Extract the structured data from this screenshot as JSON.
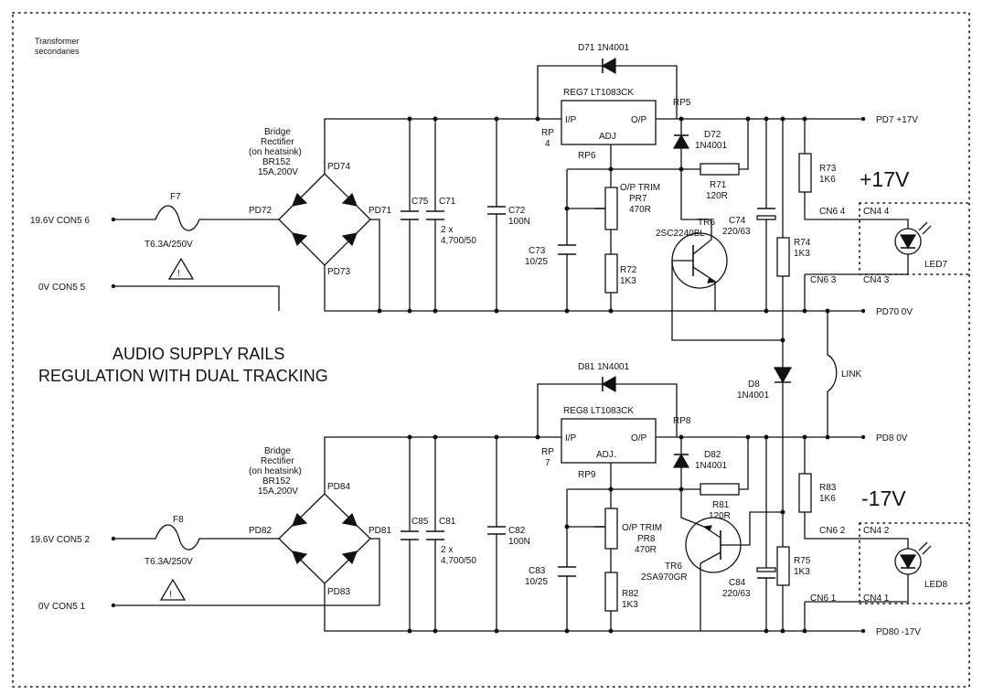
{
  "notes": {
    "transformer_line1": "Transformer",
    "transformer_line2": "secondaries",
    "title_line1": "AUDIO SUPPLY RAILS",
    "title_line2": "REGULATION WITH DUAL TRACKING",
    "link": "LINK"
  },
  "upper": {
    "bridge_line1": "Bridge",
    "bridge_line2": "Rectifier",
    "bridge_line3": "(on heatsink)",
    "bridge_part": "BR152",
    "bridge_rating": "15A,200V",
    "pd_top": "PD74",
    "pd_left": "PD72",
    "pd_right": "PD71",
    "pd_bottom": "PD73",
    "fuse": "F7",
    "fuse_rating": "T6.3A/250V",
    "con_in": "19.6V CON5 6",
    "con_0v": "0V CON5 5",
    "c75": "C75",
    "c71": "C71",
    "c71_val1": "2  x",
    "c71_val2": "4,700/50",
    "c72": "C72",
    "c72_val": "100N",
    "diode_top": "D71  1N4001",
    "reg": "REG7  LT1083CK",
    "rp_out": "RP5",
    "rp_in1": "RP",
    "rp_in2": "4",
    "rp_adj": "RP6",
    "reg_ip": "I/P",
    "reg_op": "O/P",
    "reg_adj": "ADJ",
    "d72": "D72",
    "d72_val": "1N4001",
    "r71": "R71",
    "r71_val": "120R",
    "trim": "O/P  TRIM",
    "pr": "PR7",
    "pr_val": "470R",
    "c73": "C73",
    "c73_val": "10/25",
    "r72": "R72",
    "r72_val": "1K3",
    "tr": "TR6",
    "tr_part": "2SC2240BL",
    "c74": "C74",
    "c74_val": "220/63",
    "r74": "R74",
    "r74_val": "1K3",
    "r73": "R73",
    "r73_val": "1K6",
    "pd_out": "PD7  +17V",
    "pd_0v": "PD70  0V",
    "cn6": "CN6  4",
    "cn4": "CN4  4",
    "cn6b": "CN6  3",
    "cn4b": "CN4  3",
    "led": "LED7",
    "rail": "+17V"
  },
  "lower": {
    "bridge_line1": "Bridge",
    "bridge_line2": "Rectifier",
    "bridge_line3": "(on heatsink)",
    "bridge_part": "BR152",
    "bridge_rating": "15A,200V",
    "pd_top": "PD84",
    "pd_left": "PD82",
    "pd_right": "PD81",
    "pd_bottom": "PD83",
    "fuse": "F8",
    "fuse_rating": "T6.3A/250V",
    "con_in": "19.6V CON5 2",
    "con_0v": "0V CON5 1",
    "c85": "C85",
    "c81": "C81",
    "c81_val1": "2  x",
    "c81_val2": "4,700/50",
    "c82": "C82",
    "c82_val": "100N",
    "diode_top": "D81  1N4001",
    "reg": "REG8  LT1083CK",
    "rp_out": "RP8",
    "rp_in1": "RP",
    "rp_in2": "7",
    "rp_adj": "RP9",
    "reg_ip": "I/P",
    "reg_op": "O/P",
    "reg_adj": "ADJ.",
    "d82": "D82",
    "d82_val": "1N4001",
    "r81": "R81",
    "r81_val": "120R",
    "trim": "O/P  TRIM",
    "pr": "PR8",
    "pr_val": "470R",
    "c83": "C83",
    "c83_val": "10/25",
    "r82": "R82",
    "r82_val": "1K3",
    "tr": "TR6",
    "tr_part": "2SA970GR",
    "c84": "C84",
    "c84_val": "220/63",
    "r75": "R75",
    "r75_val": "1K3",
    "r83": "R83",
    "r83_val": "1K6",
    "d8": "D8",
    "d8_val": "1N4001",
    "pd_out": "PD8  0V",
    "pd_neg": "PD80  -17V",
    "cn6": "CN6  2",
    "cn4": "CN4  2",
    "cn6b": "CN6  1",
    "cn4b": "CN4  1",
    "led": "LED8",
    "rail": "-17V"
  }
}
